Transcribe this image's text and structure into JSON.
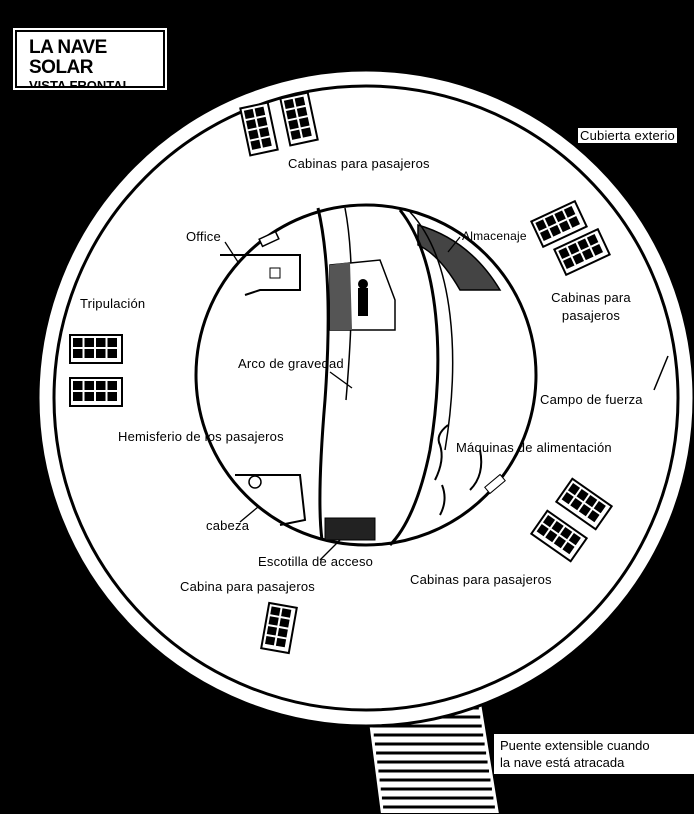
{
  "title": {
    "main": "LA NAVE SOLAR",
    "sub": "VISTA FRONTAL"
  },
  "labels": {
    "cabinas_top": "Cabinas para pasajeros",
    "cubierta": "Cubierta exterio",
    "office": "Office",
    "almacenaje": "Almacenaje",
    "cabinas_right_1": "Cabinas para",
    "cabinas_right_2": "pasajeros",
    "tripulacion": "Tripulación",
    "arco": "Arco de gravedad",
    "campo": "Campo de fuerza",
    "hemisferio": "Hemisferio de los pasajeros",
    "maquinas": "Máquinas de alimentación",
    "cabeza": "cabeza",
    "escotilla": "Escotilla de acceso",
    "cabinas_bottom_right": "Cabinas para pasajeros",
    "cabina_bottom": "Cabina para pasajeros"
  },
  "bridge_note": {
    "line1": "Puente extensible cuando",
    "line2": "la nave está atracada"
  },
  "colors": {
    "background": "#000000",
    "hull": "#ffffff",
    "ink": "#000000"
  }
}
